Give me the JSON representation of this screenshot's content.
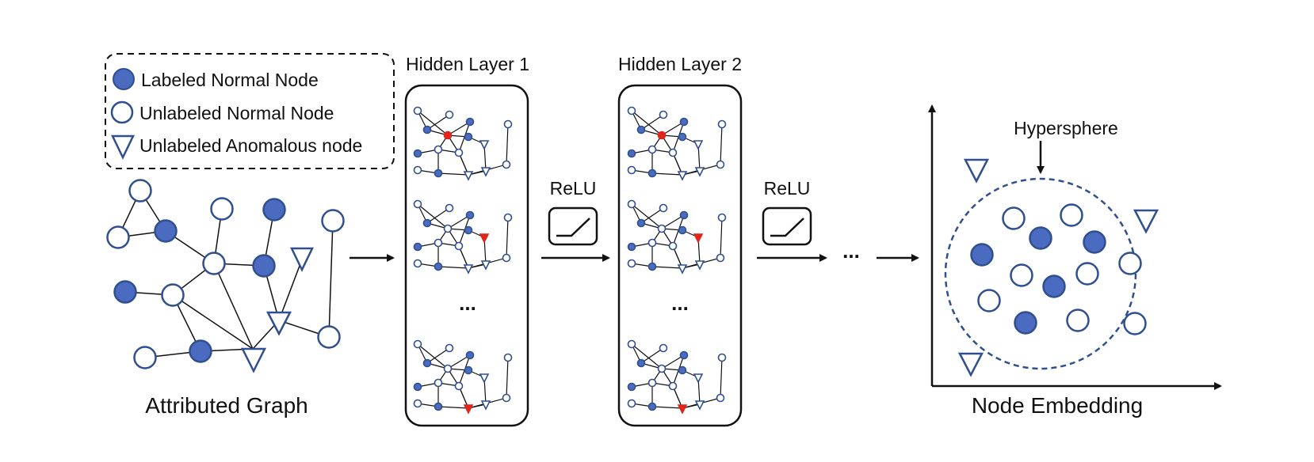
{
  "legend": {
    "labeled_normal": "Labeled Normal Node",
    "unlabeled_normal": "Unlabeled Normal Node",
    "unlabeled_anomalous": "Unlabeled Anomalous node"
  },
  "captions": {
    "attributed_graph": "Attributed Graph",
    "hidden_layer_1": "Hidden Layer 1",
    "hidden_layer_2": "Hidden Layer 2",
    "node_embedding": "Node Embedding",
    "hypersphere": "Hypersphere"
  },
  "activations": {
    "relu_1": "ReLU",
    "relu_2": "ReLU"
  },
  "ellipsis": {
    "layer1": "...",
    "layer2": "...",
    "pipeline": "..."
  },
  "colors": {
    "node_fill": "#4a6bbf",
    "node_stroke": "#2f4f8f",
    "anomaly_fill": "#e0251b",
    "hypersphere_stroke": "#2f4f8f",
    "line": "#111111"
  },
  "icons": {
    "relu": "relu-graph-icon",
    "arrow": "right-arrow-icon"
  }
}
